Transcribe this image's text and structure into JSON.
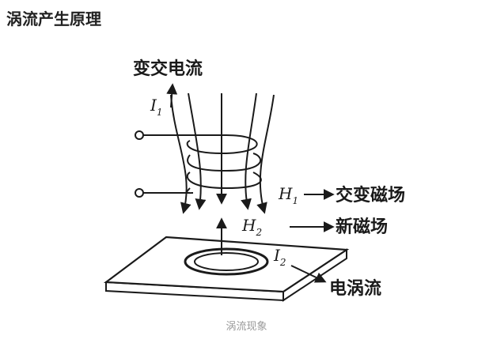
{
  "page": {
    "title": "涡流产生原理"
  },
  "figure": {
    "labels": {
      "alternating_current": "变交电流",
      "i1_letter": "I",
      "i1_sub": "1",
      "h1_letter": "H",
      "h1_sub": "1",
      "alternating_field": "交变磁场",
      "h2_letter": "H",
      "h2_sub": "2",
      "new_field": "新磁场",
      "i2_letter": "I",
      "i2_sub": "2",
      "eddy_current": "电涡流"
    },
    "caption": "涡流现象"
  }
}
